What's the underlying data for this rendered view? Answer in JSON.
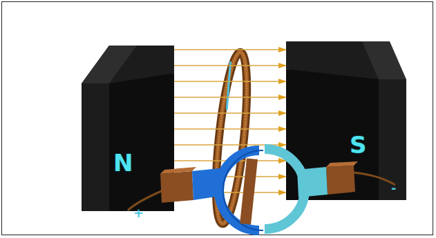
{
  "diagram": {
    "nodes": [
      {
        "text": [
          "N"
        ]
      },
      {
        "text": [
          "S"
        ]
      }
    ],
    "edges": [
      {
        "from": 0,
        "to": 1,
        "arrow": "to"
      },
      {
        "from": 0,
        "to": 1,
        "arrow": "to"
      },
      {
        "from": 0,
        "to": 1,
        "arrow": "to"
      },
      {
        "from": 0,
        "to": 1,
        "arrow": "to"
      },
      {
        "from": 0,
        "to": 1,
        "arrow": "to"
      },
      {
        "from": 0,
        "to": 1,
        "arrow": "to"
      },
      {
        "from": 0,
        "to": 1,
        "arrow": "to"
      },
      {
        "from": 0,
        "to": 1,
        "arrow": "to"
      },
      {
        "from": 0,
        "to": 1,
        "arrow": "to"
      },
      {
        "from": 0,
        "to": 1,
        "arrow": "to"
      }
    ],
    "labels": [
      "+",
      "-"
    ]
  }
}
